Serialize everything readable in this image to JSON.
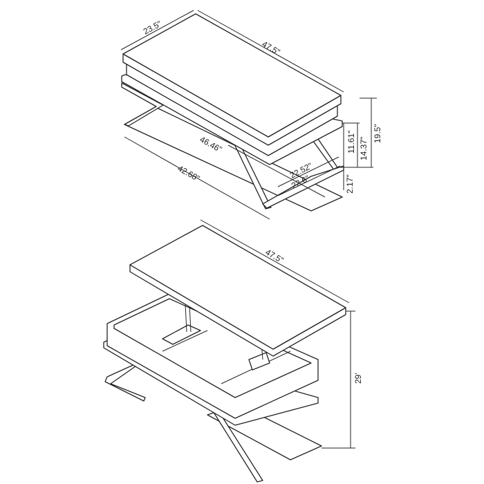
{
  "views": {
    "closed": {
      "depth": "23.5\"",
      "width": "47.5\"",
      "top_to_shelf": "11.61\"",
      "shelf_height_inner": "14.37\"",
      "overall_height": "19.5\"",
      "inner_width": "46.46\"",
      "shelf_depth_inner": "22.52\"",
      "base_width": "42.68\"",
      "shelf_depth": "22.6\"",
      "shelf_clearance": "2.17\""
    },
    "lifted": {
      "width": "47.5\"",
      "lifted_height": "29'"
    }
  }
}
